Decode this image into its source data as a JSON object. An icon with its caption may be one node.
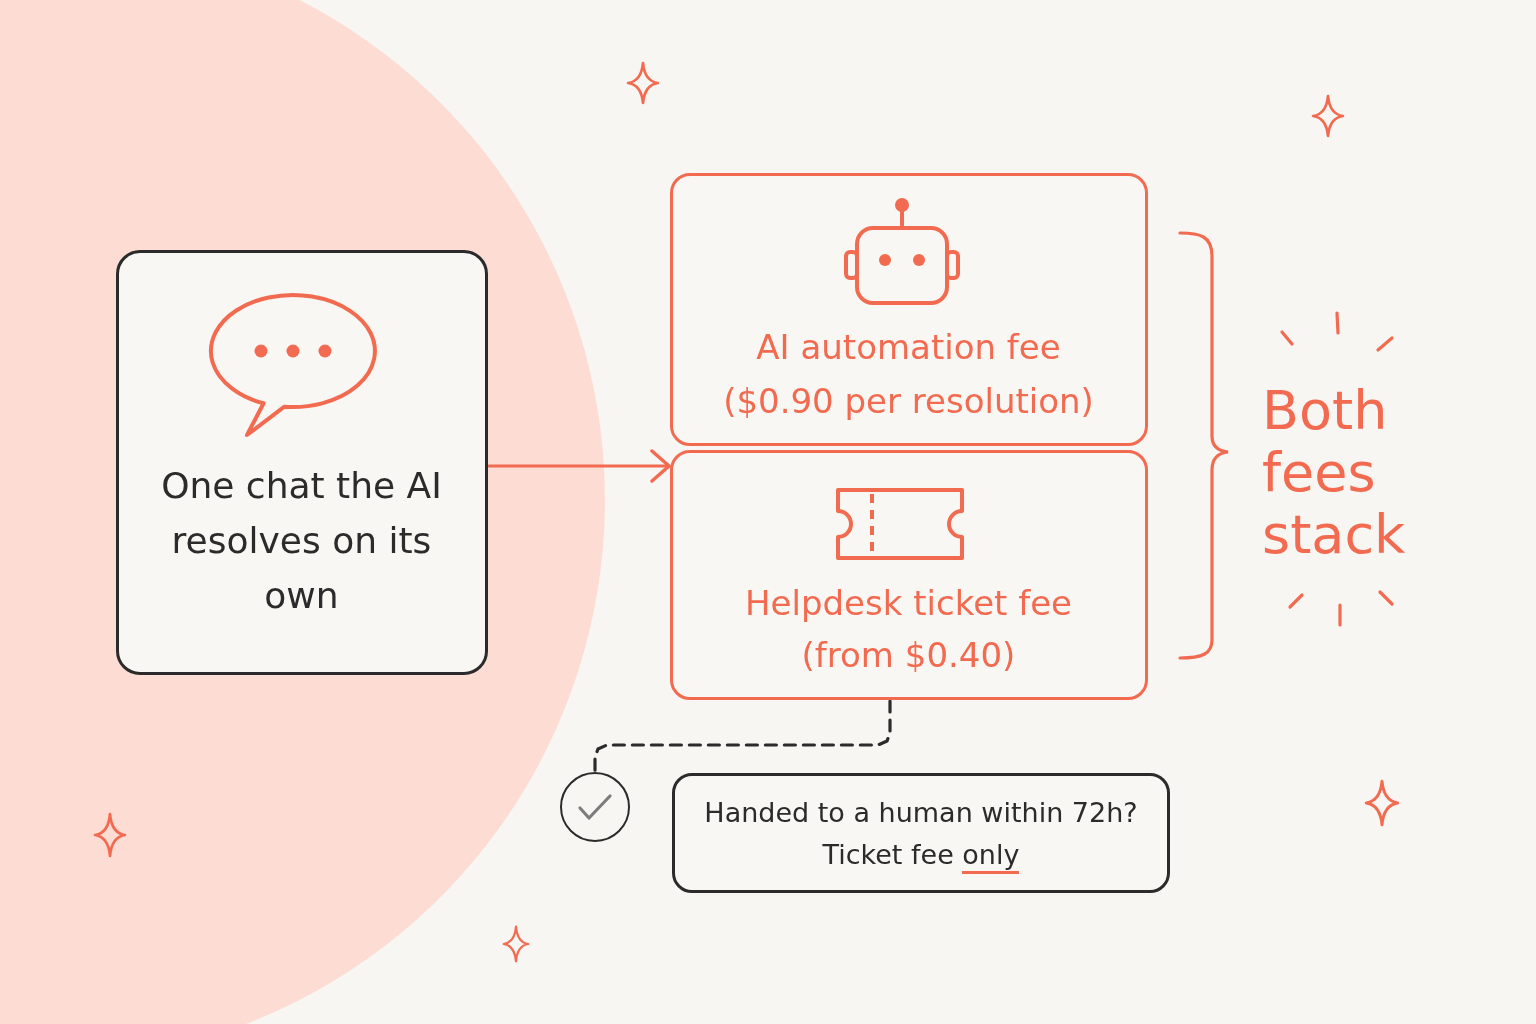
{
  "diagram": {
    "nodes": [
      {
        "text": [
          "One chat the AI resolves on its own"
        ]
      },
      {
        "text": [
          "AI automation fee",
          "($0.90 per resolution)"
        ]
      },
      {
        "text": [
          "Helpdesk ticket fee",
          "(from $0.40)"
        ]
      },
      {
        "text": [],
        "shape": "circle"
      },
      {
        "text": [
          "Handed to a human within 72h?",
          "Ticket fee only"
        ]
      }
    ],
    "edges": [
      {
        "from": 0,
        "to": 2,
        "arrow": "to"
      },
      {
        "from": 2,
        "to": 3,
        "arrow": "none",
        "style": "dashed",
        "color": "#2b2b2b"
      }
    ],
    "labels": [
      "Both fees stack"
    ]
  }
}
